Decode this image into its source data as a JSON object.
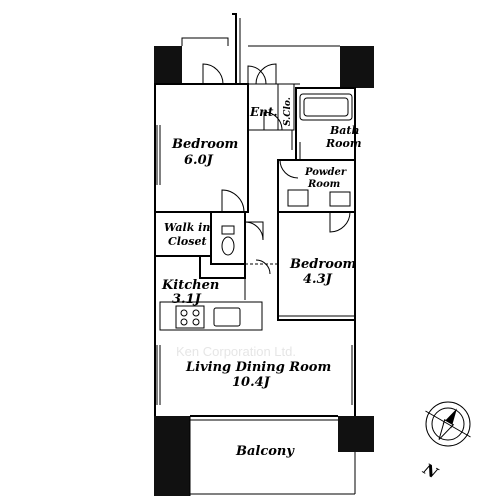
{
  "rooms": {
    "bedroom1": {
      "name": "Bedroom",
      "size": "6.0J"
    },
    "entrance": {
      "name": "Ent."
    },
    "shoe_closet": {
      "name": "S.Clo."
    },
    "bath": {
      "line1": "Bath",
      "line2": "Room"
    },
    "powder": {
      "line1": "Powder",
      "line2": "Room"
    },
    "walkin": {
      "line1": "Walk in",
      "line2": "Closet"
    },
    "bedroom2": {
      "name": "Bedroom",
      "size": "4.3J"
    },
    "kitchen": {
      "name": "Kitchen",
      "size": "3.1J"
    },
    "living": {
      "name": "Living Dining Room",
      "size": "10.4J"
    },
    "balcony": {
      "name": "Balcony"
    }
  },
  "watermark": "Ken Corporation Ltd.",
  "compass": {
    "label": "N"
  }
}
